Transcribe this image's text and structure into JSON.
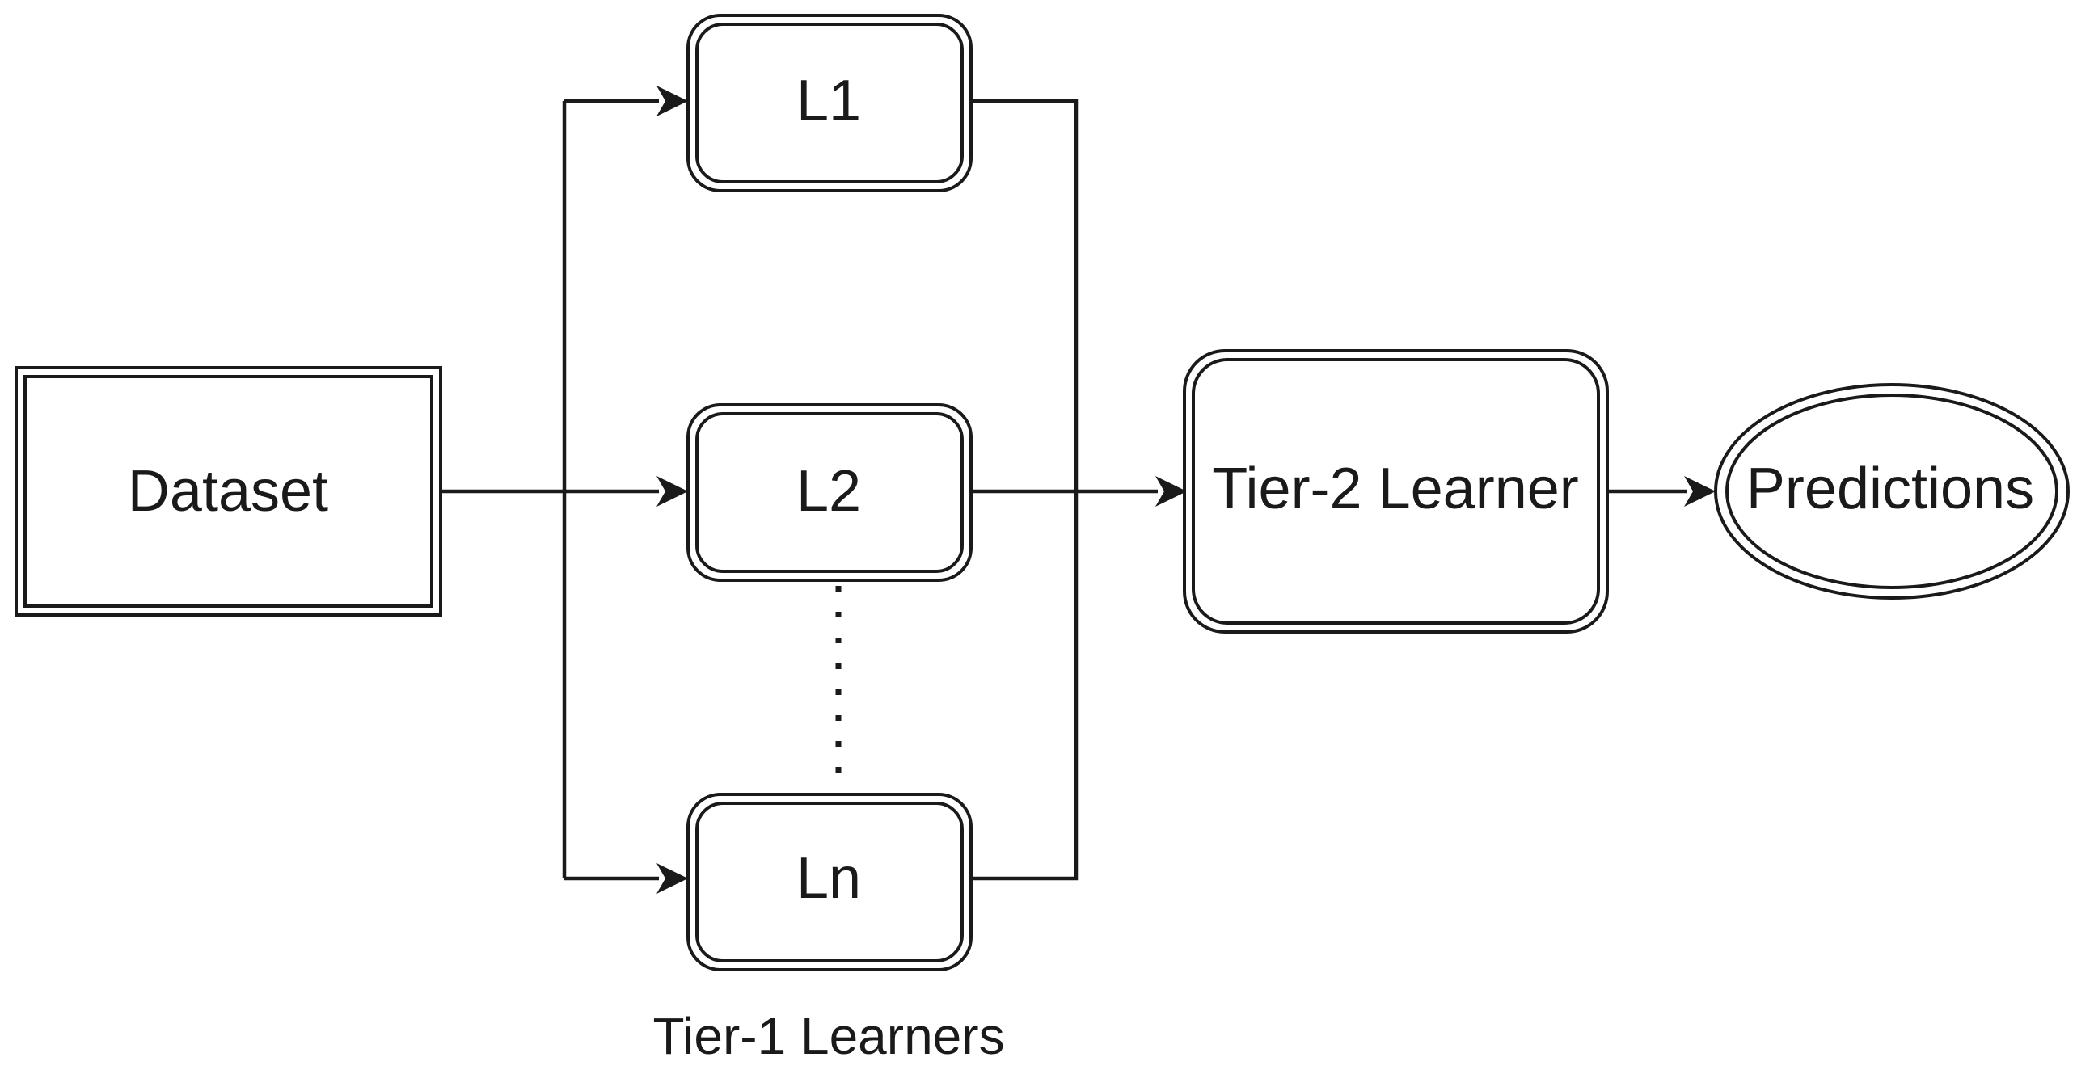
{
  "diagram": {
    "nodes": {
      "dataset": "Dataset",
      "l1": "L1",
      "l2": "L2",
      "ln": "Ln",
      "tier2": "Tier-2 Learner",
      "predictions": "Predictions"
    },
    "group_caption": "Tier-1 Learners"
  },
  "colors": {
    "stroke": "#1a1a1a",
    "background": "#ffffff"
  }
}
